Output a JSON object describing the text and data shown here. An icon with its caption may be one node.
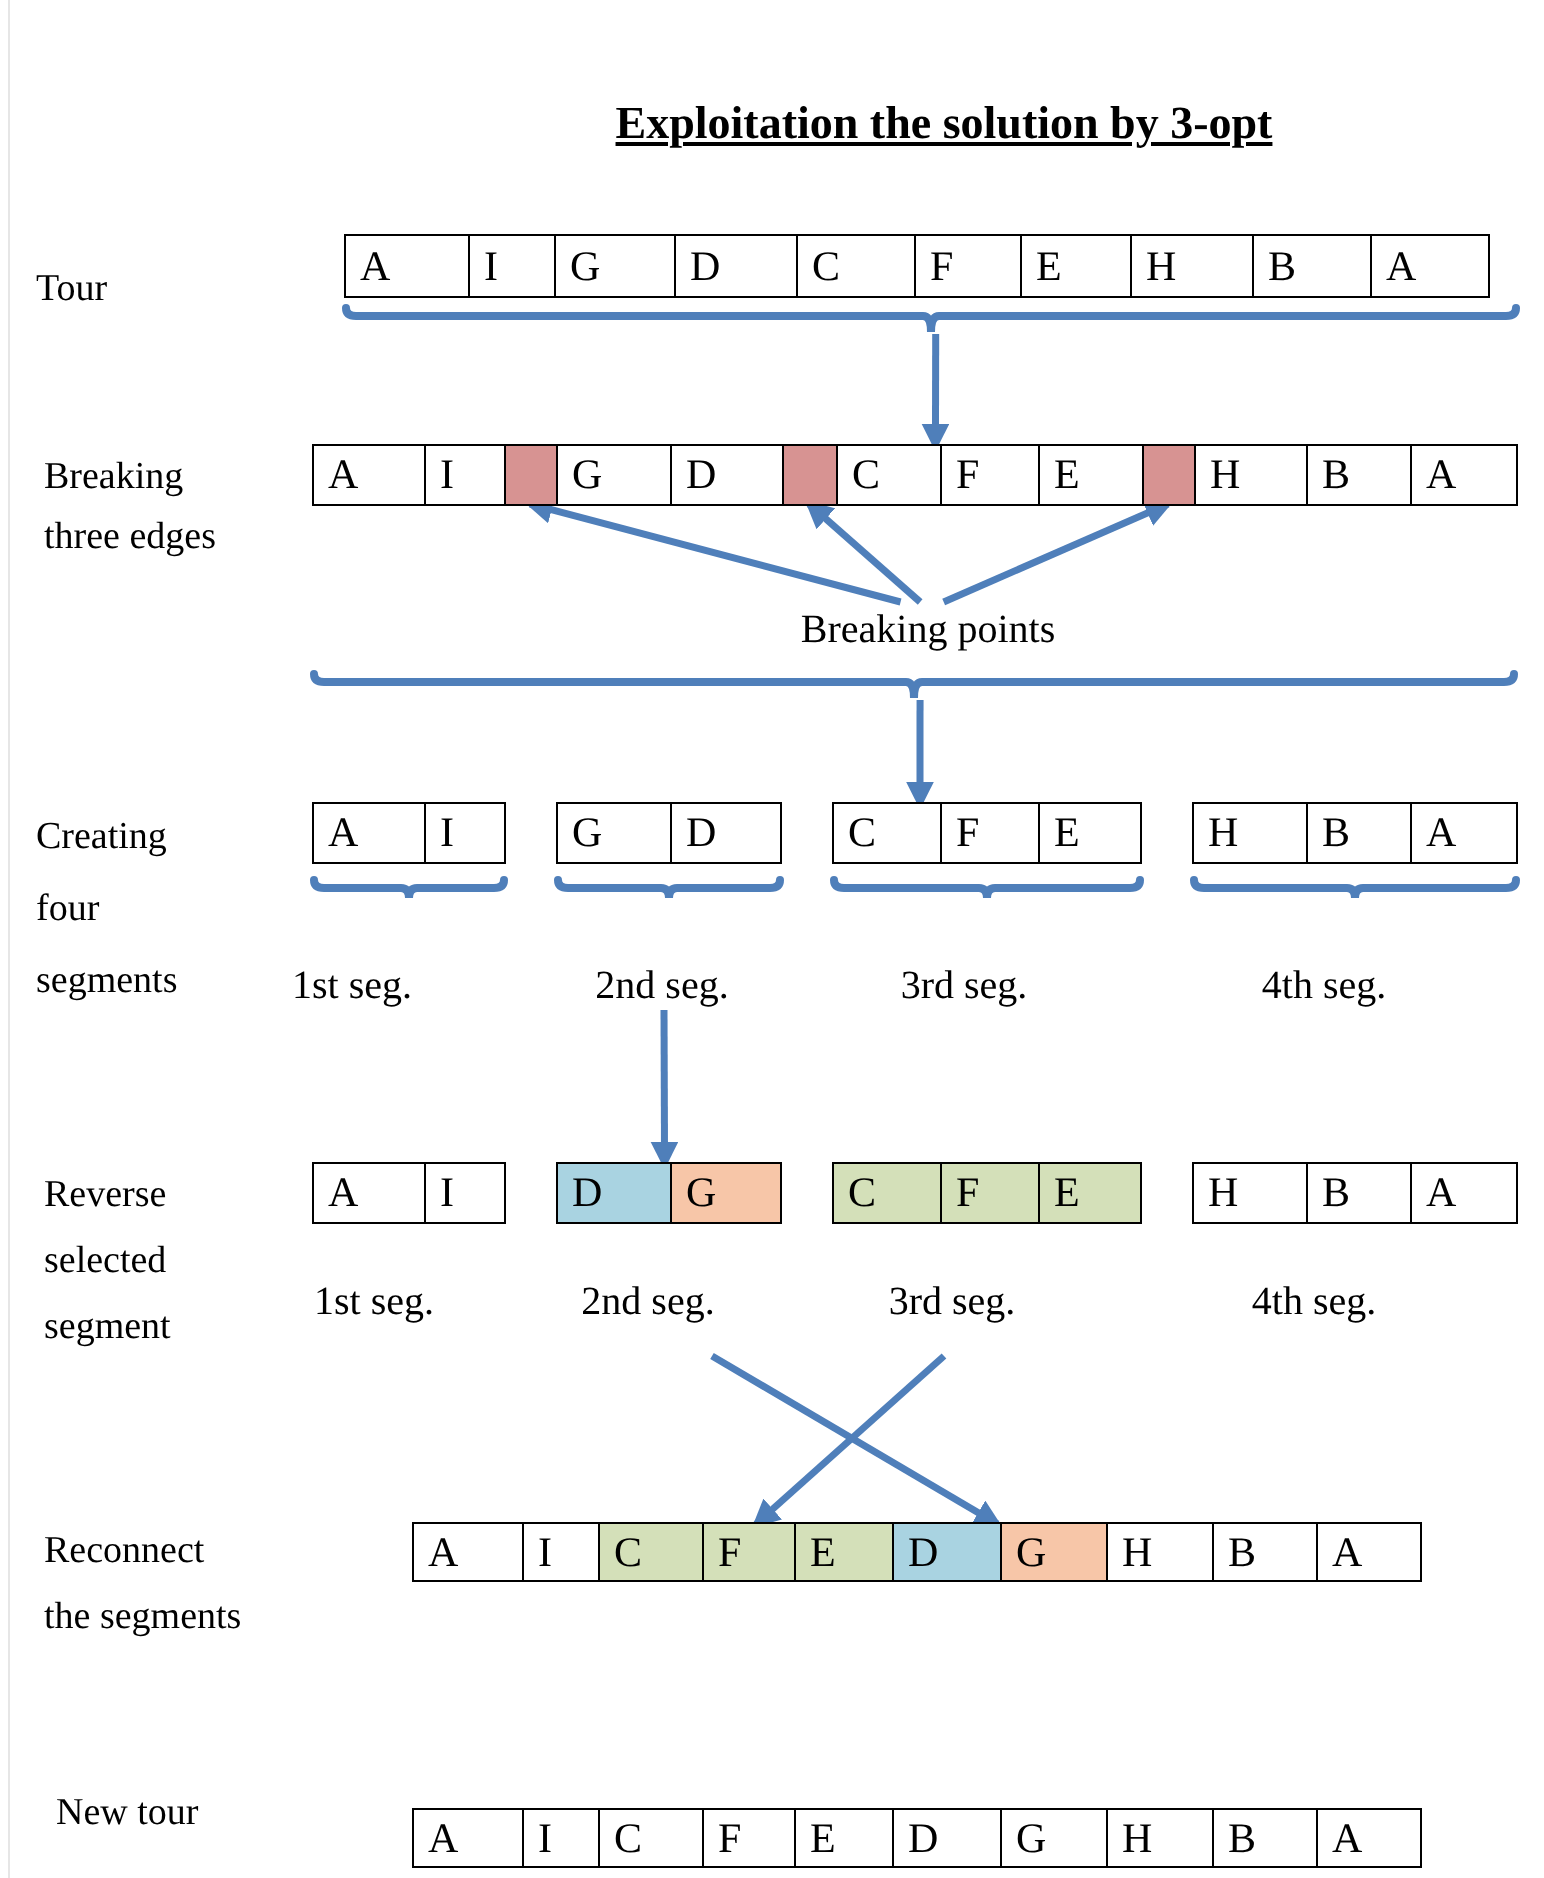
{
  "diagram": {
    "title": "Exploitation the solution by 3-opt",
    "nodes": [
      {
        "text": [],
        "shape": "box"
      },
      {
        "text": [
          "A"
        ],
        "in": 0
      },
      {
        "text": [
          "I"
        ],
        "in": 0
      },
      {
        "text": [
          "G"
        ],
        "in": 0
      },
      {
        "text": [
          "D"
        ],
        "in": 0
      },
      {
        "text": [
          "C"
        ],
        "in": 0
      },
      {
        "text": [
          "F"
        ],
        "in": 0
      },
      {
        "text": [
          "E"
        ],
        "in": 0
      },
      {
        "text": [
          "H"
        ],
        "in": 0
      },
      {
        "text": [
          "B"
        ],
        "in": 0
      },
      {
        "text": [
          "A"
        ],
        "in": 0
      },
      {
        "text": [],
        "shape": "bracket"
      },
      {
        "text": [],
        "shape": "box"
      },
      {
        "text": [
          "A"
        ],
        "in": 12
      },
      {
        "text": [
          "I"
        ],
        "in": 12
      },
      {
        "text": [],
        "shape": "box",
        "in": 12
      },
      {
        "text": [
          "G"
        ],
        "in": 12
      },
      {
        "text": [
          "D"
        ],
        "in": 12
      },
      {
        "text": [],
        "shape": "box",
        "in": 12
      },
      {
        "text": [
          "C"
        ],
        "in": 12
      },
      {
        "text": [
          "F"
        ],
        "in": 12
      },
      {
        "text": [
          "E"
        ],
        "in": 12
      },
      {
        "text": [],
        "shape": "box",
        "in": 12
      },
      {
        "text": [
          "H"
        ],
        "in": 12
      },
      {
        "text": [
          "B"
        ],
        "in": 12
      },
      {
        "text": [
          "A"
        ],
        "in": 12
      },
      {
        "text": [
          "Breaking points"
        ]
      },
      {
        "text": [],
        "shape": "bracket"
      },
      {
        "text": [],
        "shape": "box"
      },
      {
        "text": [
          "A"
        ],
        "in": 28
      },
      {
        "text": [
          "I"
        ],
        "in": 28
      },
      {
        "text": [],
        "shape": "box"
      },
      {
        "text": [
          "G"
        ],
        "in": 31
      },
      {
        "text": [
          "D"
        ],
        "in": 31
      },
      {
        "text": [],
        "shape": "box"
      },
      {
        "text": [
          "C"
        ],
        "in": 34
      },
      {
        "text": [
          "F"
        ],
        "in": 34
      },
      {
        "text": [
          "E"
        ],
        "in": 34
      },
      {
        "text": [],
        "shape": "box"
      },
      {
        "text": [
          "H"
        ],
        "in": 38
      },
      {
        "text": [
          "B"
        ],
        "in": 38
      },
      {
        "text": [
          "A"
        ],
        "in": 38
      },
      {
        "text": [
          "1st seg."
        ]
      },
      {
        "text": [
          "2nd seg."
        ]
      },
      {
        "text": [
          "3rd seg."
        ]
      },
      {
        "text": [
          "4th seg."
        ]
      },
      {
        "text": [],
        "shape": "box"
      },
      {
        "text": [
          "A"
        ],
        "in": 46
      },
      {
        "text": [
          "I"
        ],
        "in": 46
      },
      {
        "text": [],
        "shape": "box"
      },
      {
        "text": [
          "D"
        ],
        "in": 49
      },
      {
        "text": [
          "G"
        ],
        "in": 49
      },
      {
        "text": [],
        "shape": "box"
      },
      {
        "text": [
          "C"
        ],
        "in": 52
      },
      {
        "text": [
          "F"
        ],
        "in": 52
      },
      {
        "text": [
          "E"
        ],
        "in": 52
      },
      {
        "text": [],
        "shape": "box"
      },
      {
        "text": [
          "H"
        ],
        "in": 56
      },
      {
        "text": [
          "B"
        ],
        "in": 56
      },
      {
        "text": [
          "A"
        ],
        "in": 56
      },
      {
        "text": [
          "1st seg."
        ]
      },
      {
        "text": [
          "2nd seg."
        ]
      },
      {
        "text": [
          "3rd seg."
        ]
      },
      {
        "text": [
          "4th seg."
        ]
      },
      {
        "text": [],
        "shape": "box"
      },
      {
        "text": [
          "A"
        ],
        "in": 64
      },
      {
        "text": [
          "I"
        ],
        "in": 64
      },
      {
        "text": [
          "C"
        ],
        "in": 64
      },
      {
        "text": [
          "F"
        ],
        "in": 64
      },
      {
        "text": [
          "E"
        ],
        "in": 64
      },
      {
        "text": [
          "D"
        ],
        "in": 64
      },
      {
        "text": [
          "G"
        ],
        "in": 64
      },
      {
        "text": [
          "H"
        ],
        "in": 64
      },
      {
        "text": [
          "B"
        ],
        "in": 64
      },
      {
        "text": [
          "A"
        ],
        "in": 64
      },
      {
        "text": [],
        "shape": "box"
      },
      {
        "text": [
          "A"
        ],
        "in": 75
      },
      {
        "text": [
          "I"
        ],
        "in": 75
      },
      {
        "text": [
          "C"
        ],
        "in": 75
      },
      {
        "text": [
          "F"
        ],
        "in": 75
      },
      {
        "text": [
          "E"
        ],
        "in": 75
      },
      {
        "text": [
          "D"
        ],
        "in": 75
      },
      {
        "text": [
          "G"
        ],
        "in": 75
      },
      {
        "text": [
          "H"
        ],
        "in": 75
      },
      {
        "text": [
          "B"
        ],
        "in": 75
      },
      {
        "text": [
          "A"
        ],
        "in": 75
      }
    ],
    "edges": [
      {
        "from": 11,
        "to": 12,
        "arrow": "to"
      },
      {
        "from": 26,
        "to": 15,
        "arrow": "to"
      },
      {
        "from": 26,
        "to": 18,
        "arrow": "to"
      },
      {
        "from": 26,
        "to": 22,
        "arrow": "to"
      },
      {
        "from": 27,
        "to": 34,
        "arrow": "to"
      },
      {
        "from": 43,
        "to": 49,
        "arrow": "to"
      },
      {
        "from": 61,
        "to": 64,
        "arrow": "to"
      },
      {
        "from": 62,
        "to": 64,
        "arrow": "to"
      }
    ],
    "labels": [
      "Tour",
      "Breaking three edges",
      "Creating four segments",
      "Reverse selected segment",
      "Reconnect the segments",
      "New tour"
    ]
  }
}
